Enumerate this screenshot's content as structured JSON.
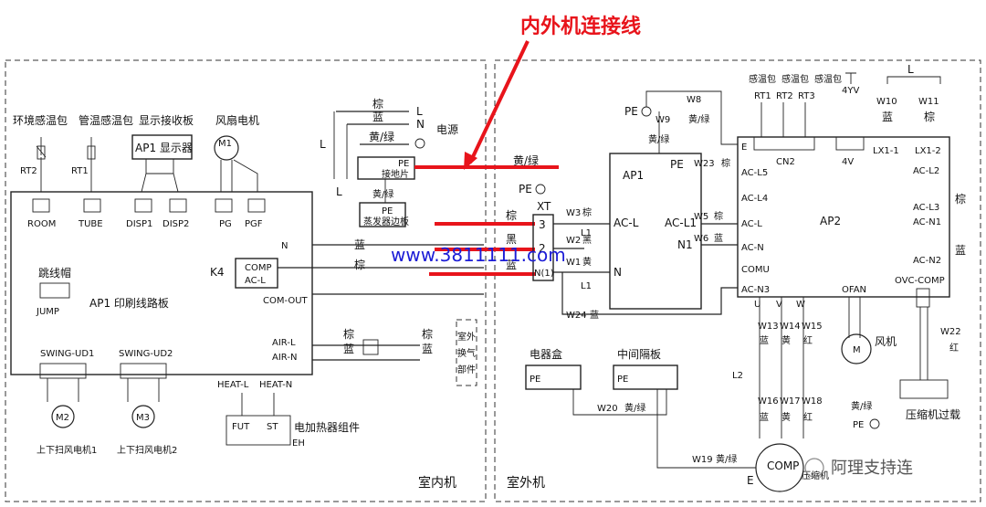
{
  "title": "内外机连接线",
  "watermark_url": "www.3811111.com",
  "watermark_brand": "阿理支持连",
  "indoor": {
    "region_label": "室内机",
    "sensor_labels": [
      "环境感温包",
      "管温感温包",
      "显示接收板",
      "风扇电机"
    ],
    "connectors": [
      "ROOM",
      "TUBE",
      "DISP1",
      "DISP2",
      "PG",
      "PGF"
    ],
    "rt2": "RT2",
    "rt1": "RT1",
    "m1": "M1",
    "ap1_display": "AP1 显示器",
    "jump_label": "跳线帽",
    "jump": "JUMP",
    "board": "AP1 印刷线路板",
    "k4": "K4",
    "comp": "COMP",
    "acl": "AC-L",
    "n": "N",
    "com_out": "COM-OUT",
    "air_l": "AIR-L",
    "air_n": "AIR-N",
    "swing1": "SWING-UD1",
    "swing2": "SWING-UD2",
    "m2": "M2",
    "m3": "M3",
    "swing_motor1": "上下扫风电机1",
    "swing_motor2": "上下扫风电机2",
    "heat_l": "HEAT-L",
    "heat_n": "HEAT-N",
    "fut": "FUT",
    "st": "ST",
    "eh": "EH",
    "heater": "电加热器组件",
    "power_brown": "棕",
    "power_blue": "蓝",
    "power_yg": "黄/绿",
    "l": "L",
    "n_term": "N",
    "power": "电源",
    "pe": "PE",
    "ground_plate": "接地片",
    "evap_board": "蒸发器边板",
    "yg": "黄/绿",
    "outside_air": [
      "室外",
      "换气",
      "部件"
    ]
  },
  "link": {
    "yg": "黄/绿",
    "pe": "PE",
    "xt": "XT",
    "brown": "棕",
    "black": "黑",
    "blue": "蓝",
    "t3": "3",
    "t2": "2",
    "tn": "N(1)"
  },
  "outdoor": {
    "region_label": "室外机",
    "ap1": "AP1",
    "ap2": "AP2",
    "w": [
      "W3",
      "W2",
      "W1",
      "W5",
      "W6",
      "W8",
      "W9",
      "W10",
      "W11",
      "W13",
      "W14",
      "W15",
      "W16",
      "W17",
      "W18",
      "W19",
      "W20",
      "W22",
      "W23",
      "W24"
    ],
    "w3_c": "棕",
    "w2_c": "黑",
    "w1_c": "黄",
    "w5_c": "棕",
    "w6_c": "蓝",
    "w8_c": "黄/绿",
    "w9_c": "黄/绿",
    "w10_c": "蓝",
    "w11_c": "棕",
    "w13_c": "蓝",
    "w14_c": "黄",
    "w15_c": "红",
    "w16_c": "蓝",
    "w17_c": "黄",
    "w18_c": "红",
    "w19_c": "黄/绿",
    "w20_c": "黄/绿",
    "w22_c": "红",
    "w23_c": "棕",
    "w24_c": "蓝",
    "ap1_terms": [
      "PE",
      "AC-L",
      "AC-L1",
      "N1",
      "N"
    ],
    "ap2_left": [
      "E",
      "AC-L5",
      "AC-L4",
      "AC-L",
      "AC-N",
      "COMU",
      "AC-N3"
    ],
    "ap2_right": [
      "LX1-1",
      "LX1-2",
      "AC-L2",
      "AC-L3",
      "AC-N1",
      "AC-N2",
      "OVC-COMP"
    ],
    "bottom_terms": [
      "U",
      "V",
      "W"
    ],
    "cn2": "CN2",
    "fourv": "4V",
    "fouryv": "4YV",
    "sensors": [
      "感温包",
      "感温包",
      "感温包"
    ],
    "rts": [
      "RT1",
      "RT2",
      "RT3"
    ],
    "l": "L",
    "l1": "L1",
    "l2": "L2",
    "ofan": "OFAN",
    "m": "M",
    "fan": "风机",
    "comp_protect": "压缩机过载",
    "elec_box": "电器盒",
    "mid_board": "中间隔板",
    "pe": "PE",
    "comp": "COMP",
    "comp_label": "压缩机",
    "e": "E"
  }
}
